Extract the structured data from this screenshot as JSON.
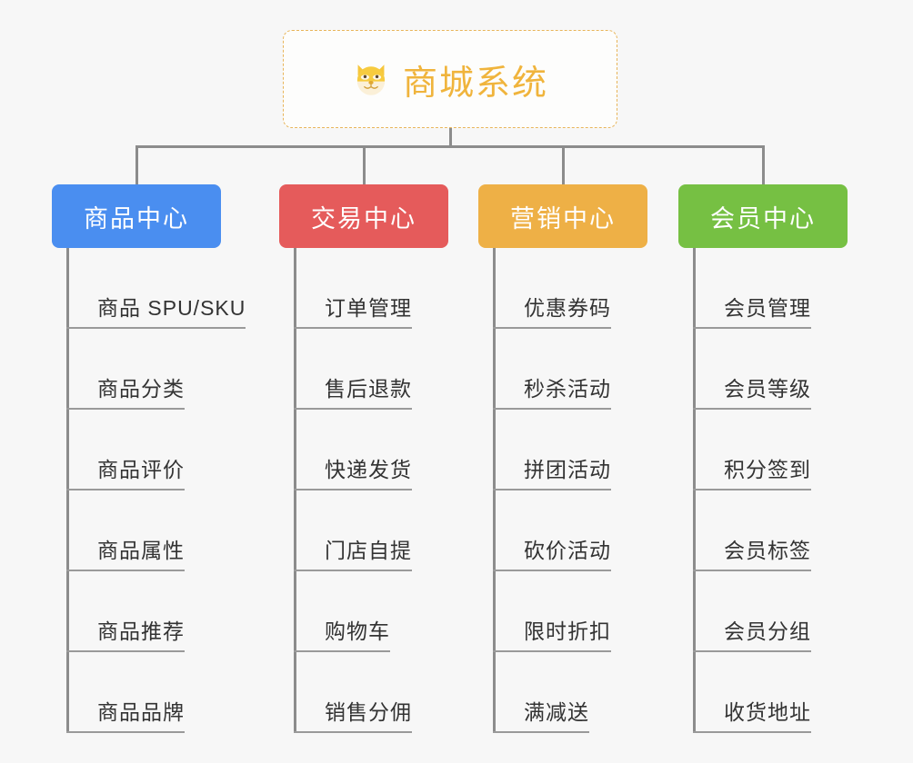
{
  "root": {
    "icon": "dog-face-emoji",
    "title": "商城系统",
    "title_color": "#f0b43c",
    "border_color": "#e8b55a"
  },
  "connector_color": "#8c8c8c",
  "background_color": "#f7f7f7",
  "leaf_text_color": "#333333",
  "leaf_rule_color": "#9a9a9a",
  "columns": [
    {
      "title": "商品中心",
      "color": "#4a8ef0",
      "items": [
        "商品 SPU/SKU",
        "商品分类",
        "商品评价",
        "商品属性",
        "商品推荐",
        "商品品牌"
      ]
    },
    {
      "title": "交易中心",
      "color": "#e55b5b",
      "items": [
        "订单管理",
        "售后退款",
        "快递发货",
        "门店自提",
        "购物车",
        "销售分佣"
      ]
    },
    {
      "title": "营销中心",
      "color": "#eeb046",
      "items": [
        "优惠券码",
        "秒杀活动",
        "拼团活动",
        "砍价活动",
        "限时折扣",
        "满减送"
      ]
    },
    {
      "title": "会员中心",
      "color": "#76c043",
      "items": [
        "会员管理",
        "会员等级",
        "积分签到",
        "会员标签",
        "会员分组",
        "收货地址"
      ]
    }
  ]
}
